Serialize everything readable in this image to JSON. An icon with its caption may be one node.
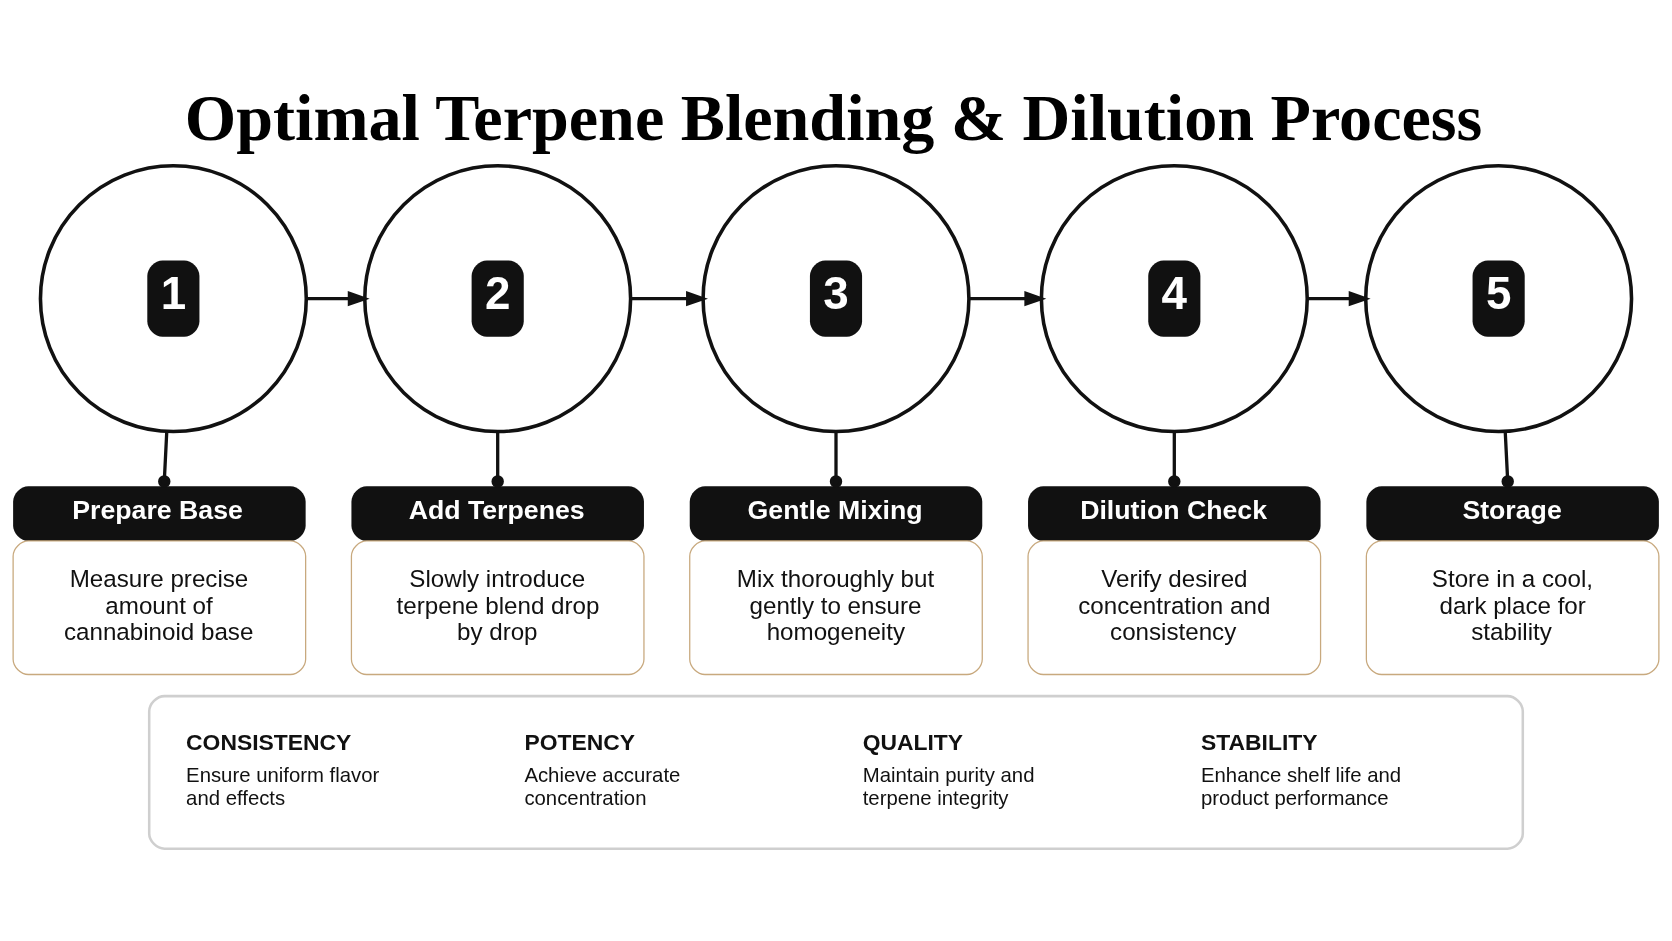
{
  "diagram": {
    "title": "Optimal Terpene Blending & Dilution Process",
    "nodes": [
      {
        "text": [
          "1"
        ]
      },
      {
        "text": [
          "2"
        ]
      },
      {
        "text": [
          "3"
        ]
      },
      {
        "text": [
          "4"
        ]
      },
      {
        "text": [
          "5"
        ]
      },
      {
        "text": [
          "Prepare Base",
          "Measure precise amount of cannabinoid base"
        ]
      },
      {
        "text": [
          "Add Terpenes",
          "Slowly introduce terpene blend drop by drop"
        ]
      },
      {
        "text": [
          "Gentle Mixing",
          "Mix thoroughly but gently to ensure homogeneity"
        ]
      },
      {
        "text": [
          "Dilution Check",
          "Verify desired concentration and consistency"
        ]
      },
      {
        "text": [
          "Storage",
          "Store in a cool, dark place for stability"
        ]
      },
      {
        "text": [],
        "shape": "box"
      },
      {
        "text": [
          "CONSISTENCY",
          "Ensure uniform flavor and effects"
        ],
        "in": 10
      },
      {
        "text": [
          "POTENCY",
          "Achieve accurate concentration"
        ],
        "in": 10
      },
      {
        "text": [
          "QUALITY",
          "Maintain purity and terpene integrity"
        ],
        "in": 10
      },
      {
        "text": [
          "STABILITY",
          "Enhance shelf life and product performance"
        ],
        "in": 10
      }
    ],
    "edges": [
      {
        "from": 0,
        "to": 1,
        "arrow": "to"
      },
      {
        "from": 1,
        "to": 2,
        "arrow": "to"
      },
      {
        "from": 2,
        "to": 3,
        "arrow": "to"
      },
      {
        "from": 3,
        "to": 4,
        "arrow": "to"
      },
      {
        "from": 0,
        "to": 5,
        "arrow": "other"
      },
      {
        "from": 1,
        "to": 6,
        "arrow": "other"
      },
      {
        "from": 2,
        "to": 7,
        "arrow": "other"
      },
      {
        "from": 3,
        "to": 8,
        "arrow": "other"
      },
      {
        "from": 4,
        "to": 9,
        "arrow": "other"
      }
    ]
  }
}
